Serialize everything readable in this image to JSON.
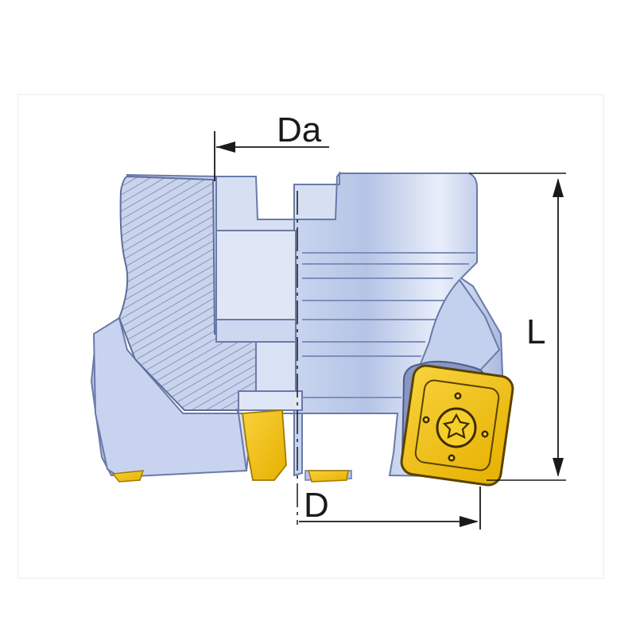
{
  "labels": {
    "da": "Da",
    "l": "L",
    "d": "D"
  },
  "colors": {
    "body_light": "#dfe6f6",
    "body_mid": "#a9b8dd",
    "body_dark": "#7f92c4",
    "outline": "#5f6f9a",
    "insert": "#f3c316",
    "insert_dark": "#b58b00",
    "line": "#1a1a1a"
  }
}
